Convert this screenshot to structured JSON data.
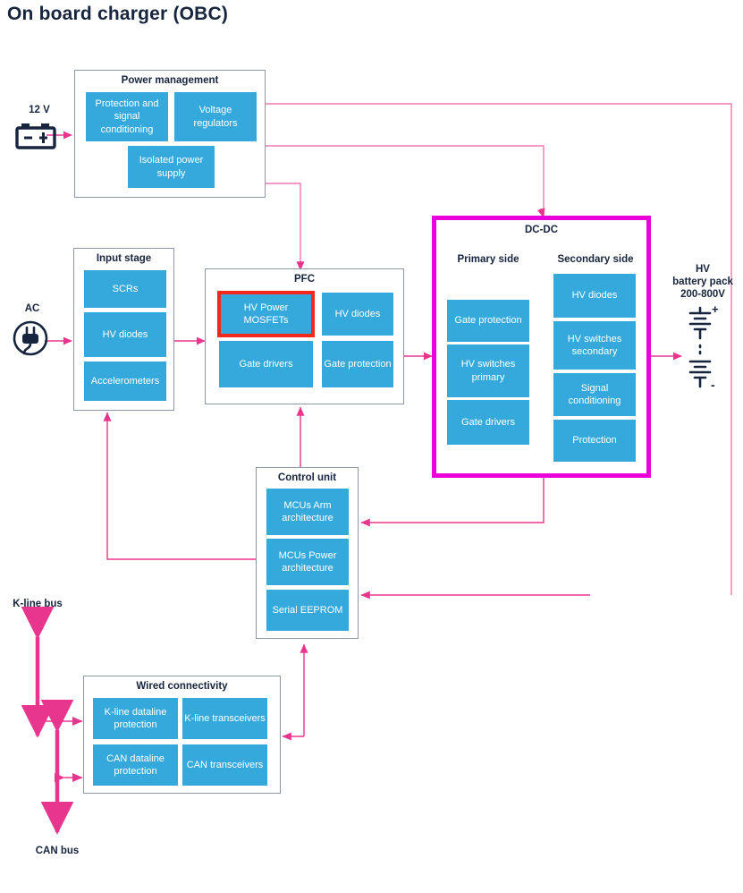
{
  "title": "On board charger (OBC)",
  "colors": {
    "block_blue": "#35a9db",
    "wire_pink": "#e8368f",
    "highlight_red": "#f4281c",
    "highlight_magenta": "#ea00d9",
    "text_dark": "#16243d",
    "group_border": "#8d97a8"
  },
  "sources": {
    "dc_label": "12 V",
    "ac_label": "AC"
  },
  "groups": {
    "power_management": {
      "title": "Power management",
      "blocks": [
        "Protection and signal conditioning",
        "Voltage regulators",
        "Isolated power supply"
      ]
    },
    "input_stage": {
      "title": "Input stage",
      "blocks": [
        "SCRs",
        "HV diodes",
        "Accelerometers"
      ]
    },
    "pfc": {
      "title": "PFC",
      "blocks": [
        "HV Power MOSFETs",
        "HV diodes",
        "Gate drivers",
        "Gate protection"
      ],
      "highlighted_block": "HV Power MOSFETs"
    },
    "dcdc": {
      "title": "DC-DC",
      "primary_title": "Primary side",
      "secondary_title": "Secondary side",
      "primary_blocks": [
        "Gate protection",
        "HV switches primary",
        "Gate drivers"
      ],
      "secondary_blocks": [
        "HV diodes",
        "HV switches secondary",
        "Signal conditioning",
        "Protection"
      ]
    },
    "control_unit": {
      "title": "Control unit",
      "blocks": [
        "MCUs Arm architecture",
        "MCUs Power architecture",
        "Serial EEPROM"
      ]
    },
    "wired_connectivity": {
      "title": "Wired connectivity",
      "blocks": [
        "K-line dataline protection",
        "K-line transceivers",
        "CAN dataline protection",
        "CAN transceivers"
      ]
    }
  },
  "loads": {
    "hv_battery": {
      "line1": "HV",
      "line2": "battery pack",
      "line3": "200-800V",
      "plus": "+",
      "minus": "-"
    }
  },
  "buses": {
    "kline": "K-line bus",
    "can": "CAN bus"
  }
}
